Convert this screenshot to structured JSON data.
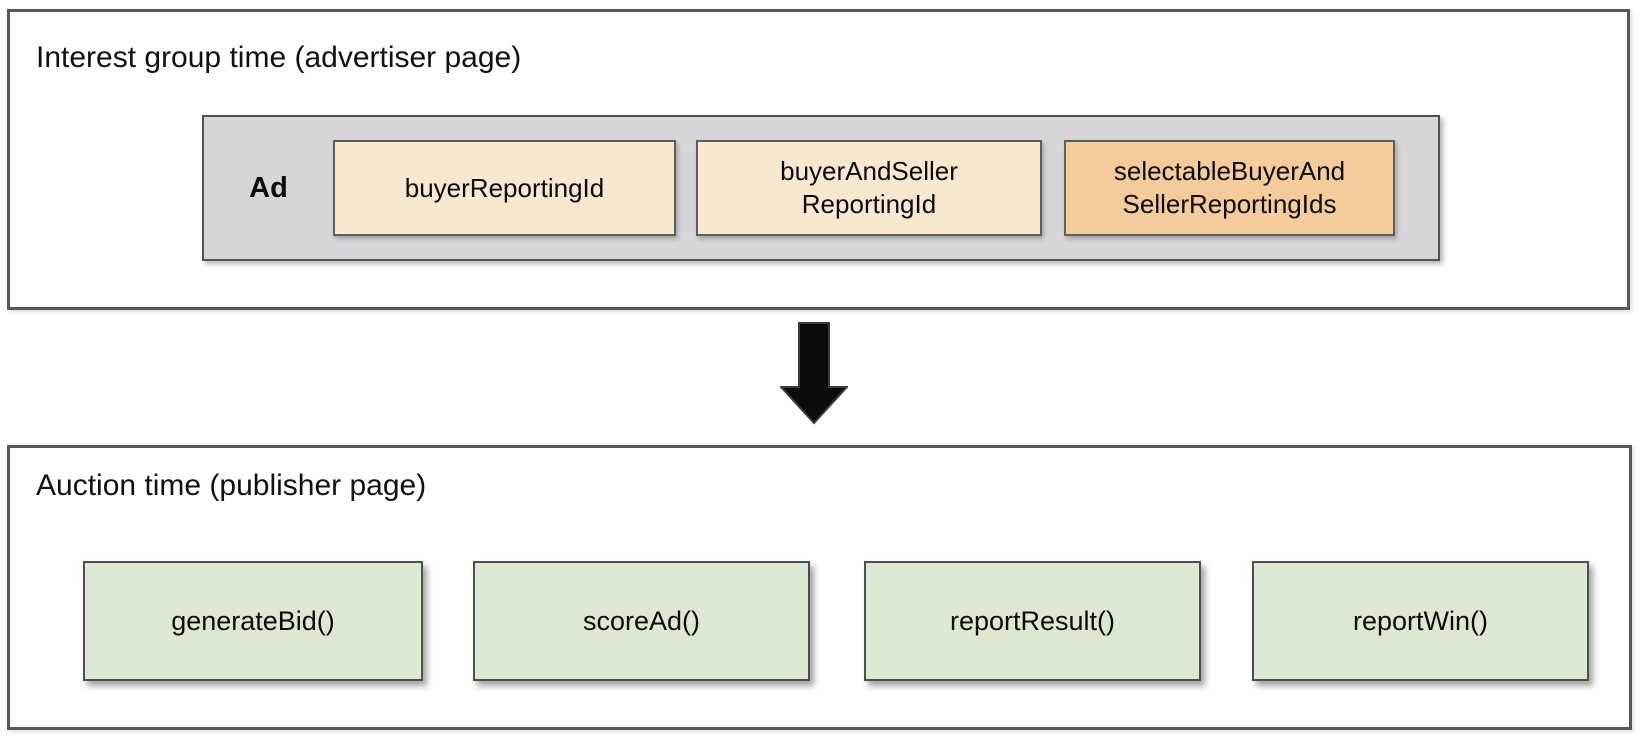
{
  "colors": {
    "panel_border": "#58585a",
    "ad_container_fill": "#d6d6d8",
    "reporting_id_box_fill": "#f9e8d0",
    "selectable_box_fill": "#f4cb9b",
    "function_box_fill": "#dce8d2",
    "arrow_fill": "#0b0b0b",
    "text": "#111111"
  },
  "interest_group": {
    "title": "Interest group time (advertiser page)",
    "ad_label": "Ad",
    "boxes": [
      {
        "label": "buyerReportingId"
      },
      {
        "label": "buyerAndSeller\nReportingId"
      },
      {
        "label": "selectableBuyerAnd\nSellerReportingIds"
      }
    ]
  },
  "auction": {
    "title": "Auction time (publisher page)",
    "functions": [
      {
        "label": "generateBid()"
      },
      {
        "label": "scoreAd()"
      },
      {
        "label": "reportResult()"
      },
      {
        "label": "reportWin()"
      }
    ]
  }
}
